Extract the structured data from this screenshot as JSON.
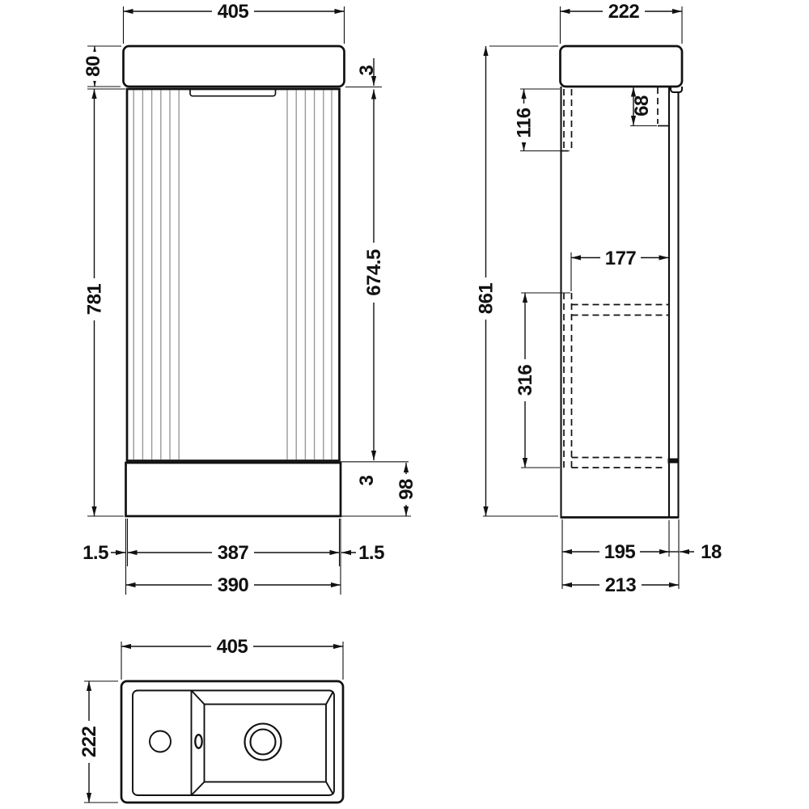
{
  "front_view": {
    "dims": {
      "overall_width": "405",
      "basin_height": "80",
      "basin_to_door_gap": "3",
      "door_height": "674.5",
      "unit_height": "781",
      "door_to_plinth_gap": "3",
      "plinth_height": "98",
      "left_door_margin": "1.5",
      "door_width": "387",
      "right_door_margin": "1.5",
      "cabinet_width": "390"
    }
  },
  "side_view": {
    "dims": {
      "overall_depth": "222",
      "overall_height": "861",
      "top_rail_height": "116",
      "back_rail_height": "68",
      "shelf_depth": "177",
      "door_lower_height": "316",
      "internal_depth": "195",
      "back_panel_gap": "18",
      "cabinet_depth": "213"
    }
  },
  "plan_view": {
    "dims": {
      "overall_width": "405",
      "overall_depth": "222"
    }
  },
  "colors": {
    "line": "#111111",
    "flute": "#999999",
    "background": "#ffffff"
  }
}
